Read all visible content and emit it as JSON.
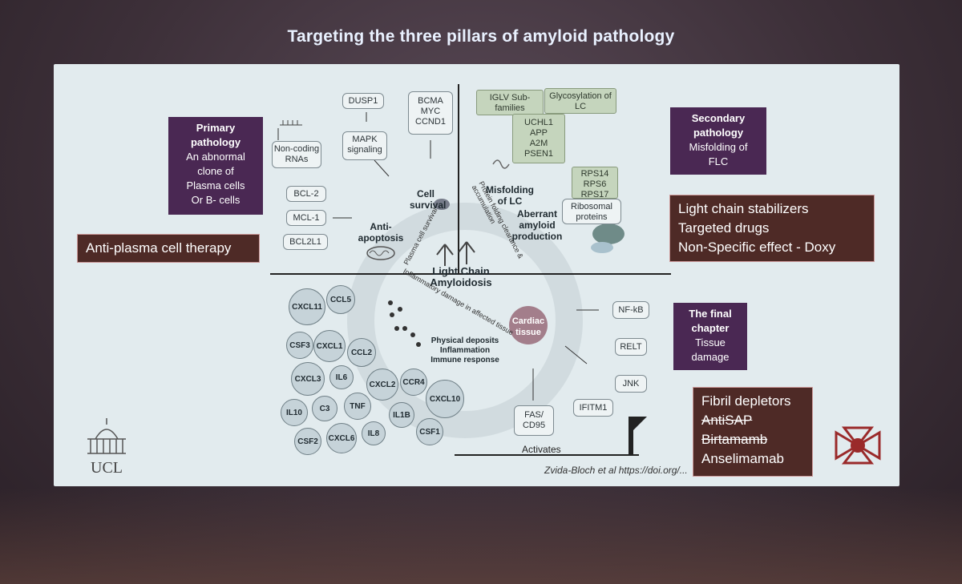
{
  "slide_title": "Targeting the three pillars of amyloid pathology",
  "boxes": {
    "dusp1": "DUSP1",
    "mapk": "MAPK signaling",
    "bcma": "BCMA\nMYC\nCCND1",
    "ncrna": "Non-coding RNAs",
    "bcl2": "BCL-2",
    "mcl1": "MCL-1",
    "bcl2l1": "BCL2L1",
    "iglv": "IGLV Sub-families",
    "glyco": "Glycosylation of LC",
    "uchl1": "UCHL1\nAPP\nA2M\nPSEN1",
    "rps": "RPS14\nRPS6\nRPS17",
    "ribo": "Ribosomal proteins",
    "nfkb": "NF-kB",
    "relt": "RELT",
    "jnk": "JNK",
    "ifitm1": "IFITM1",
    "fas": "FAS/ CD95"
  },
  "labels": {
    "cell_survival": "Cell survival",
    "anti_apoptosis": "Anti- apoptosis",
    "misfolding_lc": "Misfolding of LC",
    "aberrant": "Aberrant amyloid production",
    "lca": "Light Chain Amyloidosis",
    "cardiac": "Cardiac tissue",
    "deposits": "Physical deposits\nInflammation\nImmune response",
    "activates": "Activates",
    "arc_survival": "Plasma cell survival",
    "arc_folding": "Protein folding clearance & accumulation",
    "arc_inflam": "Inflammatory damage in affected tissue",
    "citation": "Zvida-Bloch et al https://doi.org/..."
  },
  "cytokines": [
    "CXCL11",
    "CCL5",
    "CSF3",
    "CXCL1",
    "CCL2",
    "CXCL3",
    "IL6",
    "CXCL2",
    "CCR4",
    "CXCL10",
    "IL10",
    "C3",
    "TNF",
    "IL1B",
    "CSF2",
    "CXCL6",
    "IL8",
    "CSF1"
  ],
  "callouts": {
    "primary": [
      "Primary",
      "pathology",
      "An abnormal",
      "clone of",
      "Plasma cells",
      "Or B- cells"
    ],
    "secondary": [
      "Secondary",
      "pathology",
      "Misfolding of",
      "FLC"
    ],
    "final": [
      "The final",
      "chapter",
      "Tissue",
      "damage"
    ]
  },
  "therapy": {
    "anti_plasma": "Anti-plasma cell therapy",
    "stabilizers": [
      "Light chain stabilizers",
      "Targeted drugs",
      "Non-Specific effect - Doxy"
    ],
    "depletors_title": "Fibril depletors",
    "depletors_struck": [
      "AntiSAP",
      "Birtamamb"
    ],
    "depletors_active": "Anselimamab"
  },
  "logo": {
    "text": "UCL"
  },
  "colors": {
    "panel": "#e2ebee",
    "purple": "#4a2853",
    "brown": "#4e2a26",
    "title": "#e9f1ff"
  }
}
